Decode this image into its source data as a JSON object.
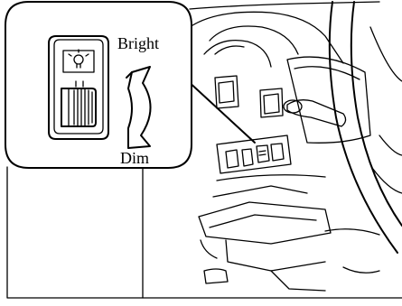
{
  "diagram": {
    "labels": {
      "bright": "Bright",
      "dim": "Dim"
    },
    "icons": {
      "switch_symbol": "instrument-panel-light-icon",
      "arrow": "double-headed-curved-arrow"
    }
  }
}
